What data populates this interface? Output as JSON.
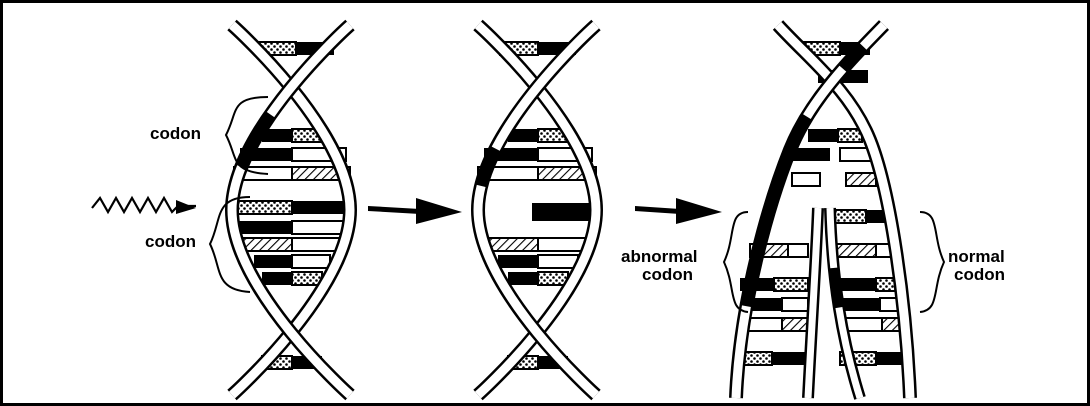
{
  "labels": {
    "codon_top": "codon",
    "codon_bottom": "codon",
    "abnormal_line1": "abnormal",
    "abnormal_line2": "codon",
    "normal_line1": "normal",
    "normal_line2": "codon"
  },
  "colors": {
    "ink": "#000000",
    "paper": "#ffffff"
  }
}
